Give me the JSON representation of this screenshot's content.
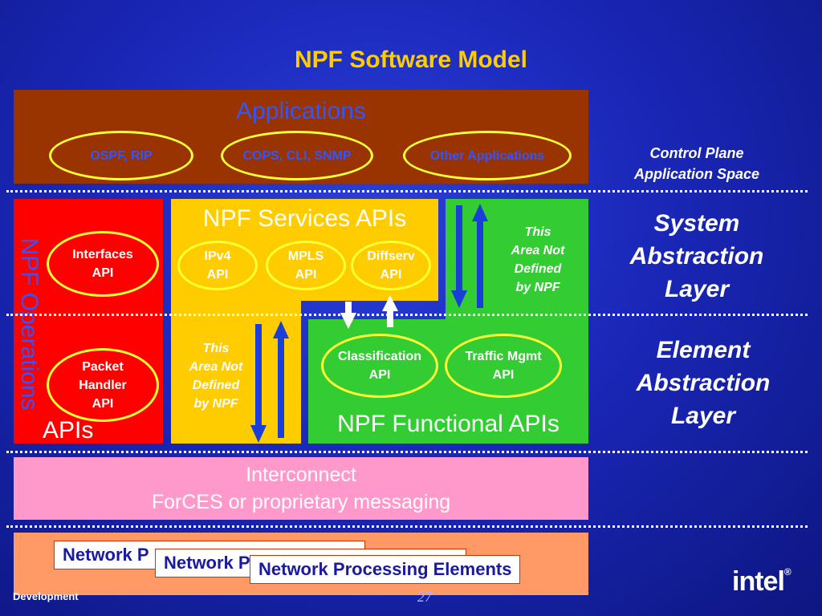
{
  "title": "NPF Software Model",
  "applications": {
    "heading": "Applications",
    "items": [
      "OSPF, RIP",
      "COPS, CLI, SNMP",
      "Other Applications"
    ]
  },
  "control_plane": {
    "line1": "Control Plane",
    "line2": "Application Space"
  },
  "system_layer": {
    "line1": "System",
    "line2": "Abstraction",
    "line3": "Layer"
  },
  "element_layer": {
    "line1": "Element",
    "line2": "Abstraction",
    "line3": "Layer"
  },
  "npf_operations": {
    "vertical_label": "NPF Operations",
    "apis_label": "APIs",
    "interfaces_api": {
      "line1": "Interfaces",
      "line2": "API"
    },
    "packet_handler_api": {
      "line1": "Packet",
      "line2": "Handler",
      "line3": "API"
    }
  },
  "services": {
    "heading": "NPF Services APIs",
    "ipv4": {
      "line1": "IPv4",
      "line2": "API"
    },
    "mpls": {
      "line1": "MPLS",
      "line2": "API"
    },
    "diffserv": {
      "line1": "Diffserv",
      "line2": "API"
    }
  },
  "undefined_area": {
    "line1": "This",
    "line2": "Area Not",
    "line3": "Defined",
    "line4": "by NPF"
  },
  "functional": {
    "heading": "NPF Functional APIs",
    "classification": {
      "line1": "Classification",
      "line2": "API"
    },
    "traffic": {
      "line1": "Traffic Mgmt",
      "line2": "API"
    }
  },
  "interconnect": {
    "line1": "Interconnect",
    "line2": "ForCES or proprietary messaging"
  },
  "network": {
    "label1": "Network P",
    "label2": "Network P",
    "label3": "Network Processing Elements"
  },
  "footer": {
    "left": "Development",
    "page": "27",
    "logo": "intel"
  },
  "colors": {
    "background": "#1a27b8",
    "title": "#ffcc00",
    "applications_box": "#993300",
    "operations_box": "#ff0000",
    "services_box": "#ffcc00",
    "functional_box": "#33cc33",
    "interconnect_box": "#ff99cc",
    "network_box": "#ff9966",
    "oval_outline": "#ffff33",
    "arrow_blue": "#1a3fd8"
  }
}
